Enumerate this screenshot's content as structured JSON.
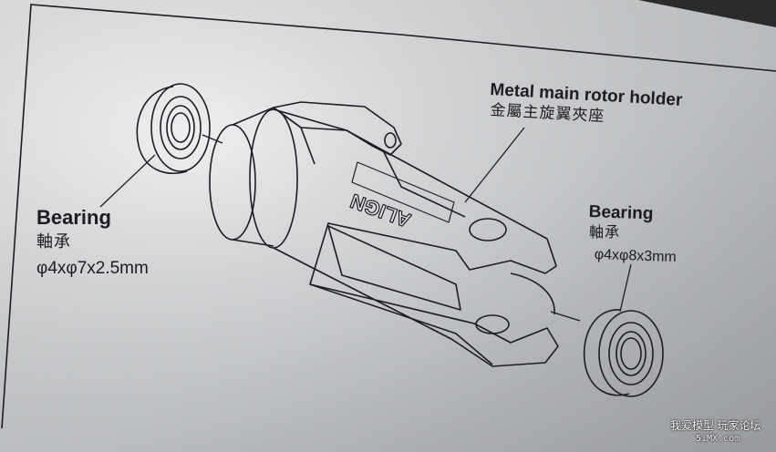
{
  "diagram": {
    "main_label_en": "Metal main rotor holder",
    "main_label_zh": "金屬主旋翼夾座",
    "brand_engraving": "ALIGN",
    "left_bearing": {
      "label_en": "Bearing",
      "label_zh": "軸承",
      "size": "φ4xφ7x2.5mm"
    },
    "right_bearing": {
      "label_en": "Bearing",
      "label_zh": "軸承",
      "size": "φ4xφ8x3mm"
    }
  },
  "watermark": {
    "line1": "我爱模型 玩家论坛",
    "line2": "5iMX.com"
  },
  "colors": {
    "paper_light": "#e6e8ea",
    "paper_shadow": "#b6b9be",
    "ink": "#1c1d20",
    "backdrop": "#2a2b2d"
  }
}
